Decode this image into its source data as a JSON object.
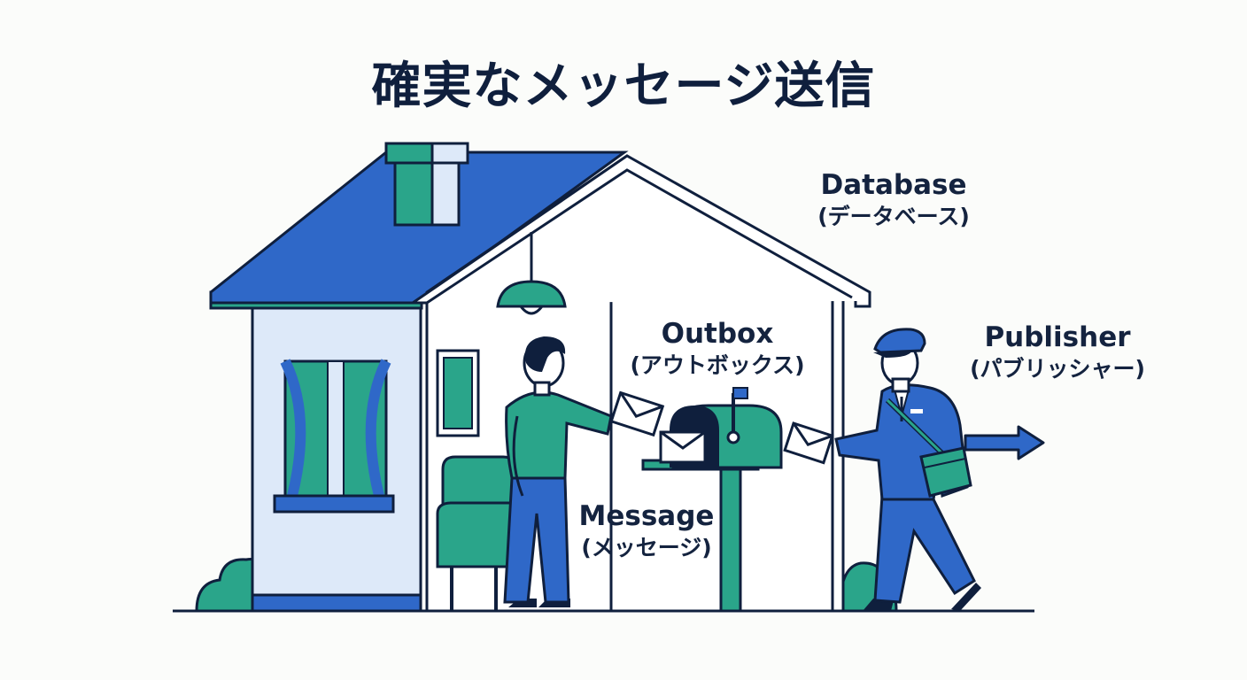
{
  "title": "確実なメッセージ送信",
  "labels": {
    "database": {
      "en": "Database",
      "ja": "(データベース)"
    },
    "outbox": {
      "en": "Outbox",
      "ja": "(アウトボックス)"
    },
    "message": {
      "en": "Message",
      "ja": "(メッセージ)"
    },
    "publisher": {
      "en": "Publisher",
      "ja": "(パブリッシャー)"
    }
  },
  "colors": {
    "navy": "#0f1f3d",
    "blue": "#2f68c8",
    "teal": "#2aa58a",
    "light_blue": "#dde9f9",
    "white": "#ffffff"
  },
  "icons": [
    "house",
    "chimney",
    "window",
    "lamp",
    "armchair",
    "picture-frame",
    "person",
    "envelope",
    "mailbox",
    "postman",
    "mailbag",
    "arrow-right",
    "bush"
  ]
}
